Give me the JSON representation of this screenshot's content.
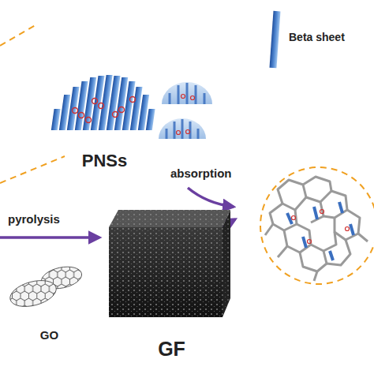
{
  "diagram": {
    "nodes": [
      {
        "text": [
          "PNSs"
        ]
      },
      {
        "text": [
          "GO"
        ]
      },
      {
        "text": [
          "GF"
        ]
      }
    ],
    "labels": [
      "absorption",
      "pyrolysis"
    ],
    "legend": [
      {
        "text": "Beta sheet"
      }
    ]
  }
}
